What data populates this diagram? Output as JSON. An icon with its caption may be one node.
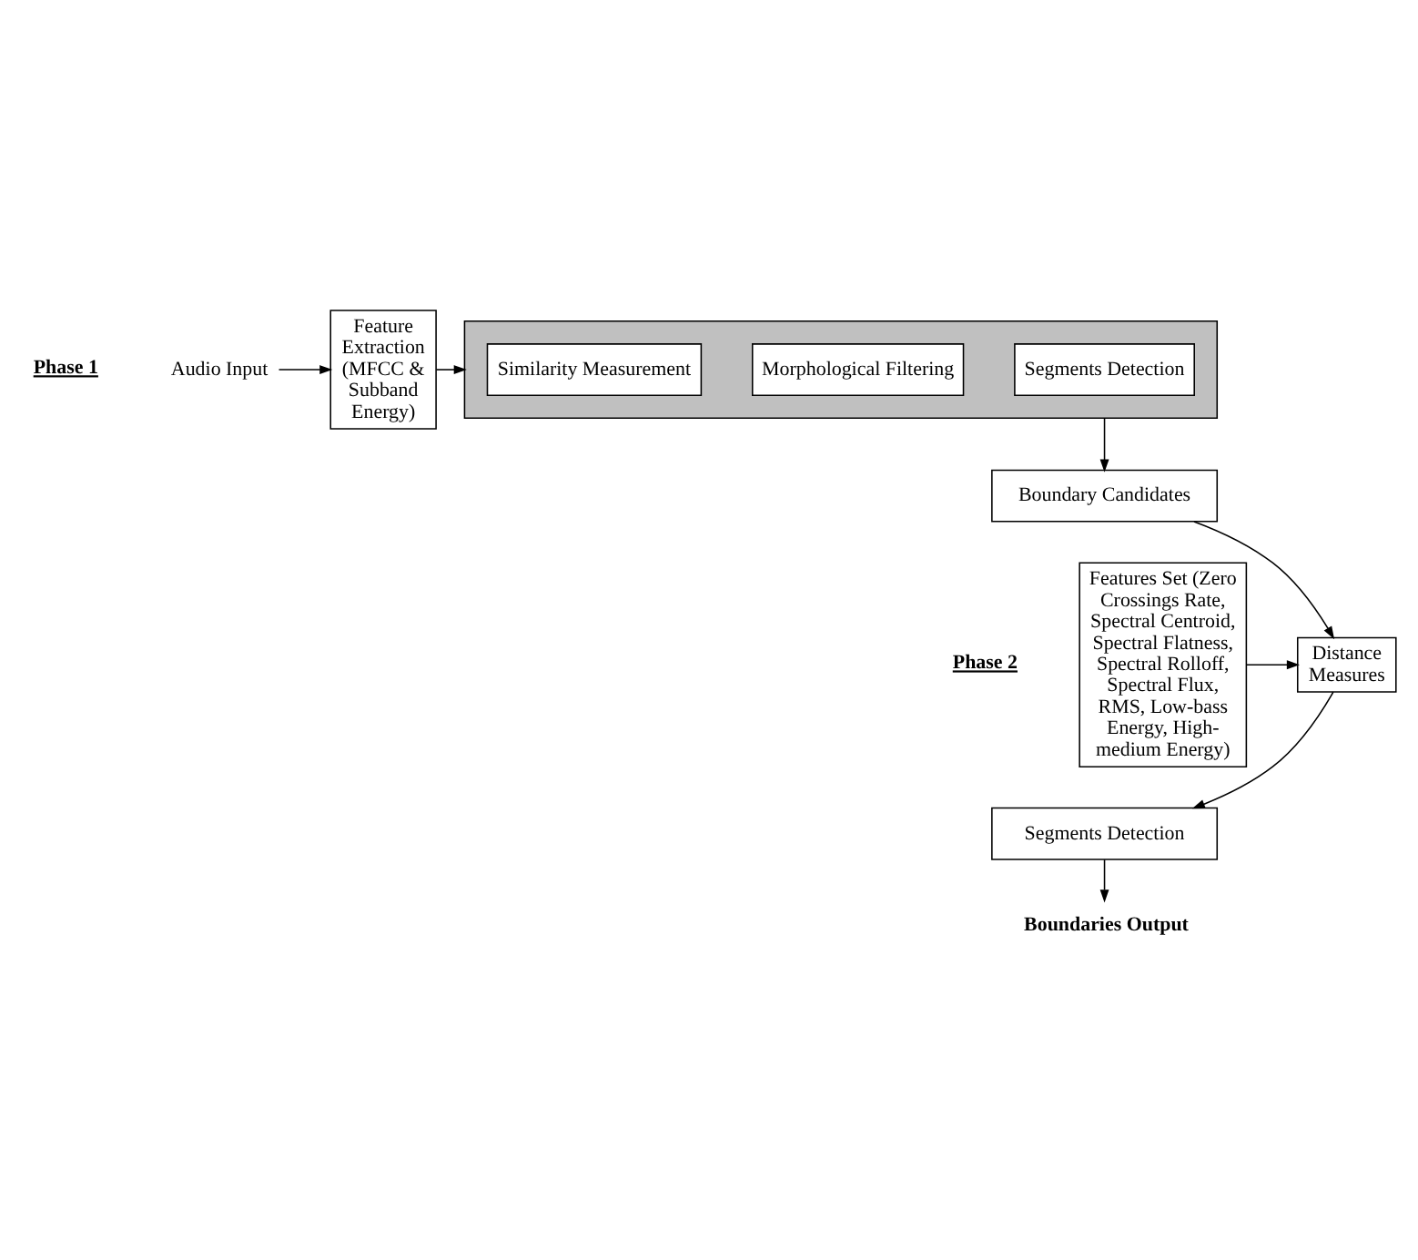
{
  "diagram": {
    "nodes": [
      {
        "text": [
          "Audio Input"
        ]
      },
      {
        "text": [
          "Feature Extraction (MFCC & Subband Energy)"
        ]
      },
      {
        "text": [],
        "shape": "box"
      },
      {
        "text": [
          "Similarity Measurement"
        ],
        "in": 2
      },
      {
        "text": [
          "Morphological Filtering"
        ],
        "in": 2
      },
      {
        "text": [
          "Segments Detection"
        ],
        "in": 2
      },
      {
        "text": [
          "Boundary Candidates"
        ]
      },
      {
        "text": [
          "Features Set (Zero Crossings Rate, Spectral Centroid, Spectral Flatness, Spectral Rolloff, Spectral Flux, RMS, Low-bass Energy, High-medium Energy)"
        ]
      },
      {
        "text": [
          "Distance Measures"
        ]
      },
      {
        "text": [
          "Segments Detection"
        ]
      },
      {
        "text": [
          "Boundaries Output"
        ]
      }
    ],
    "edges": [
      {
        "from": 0,
        "to": 1,
        "arrow": "to"
      },
      {
        "from": 1,
        "to": 2,
        "arrow": "to"
      },
      {
        "from": 2,
        "to": 6,
        "arrow": "to"
      },
      {
        "from": 6,
        "to": 8,
        "arrow": "to"
      },
      {
        "from": 7,
        "to": 8,
        "arrow": "to"
      },
      {
        "from": 8,
        "to": 9,
        "arrow": "to"
      },
      {
        "from": 9,
        "to": 10,
        "arrow": "to"
      }
    ],
    "labels": [
      "Phase 1",
      "Phase 2"
    ]
  }
}
